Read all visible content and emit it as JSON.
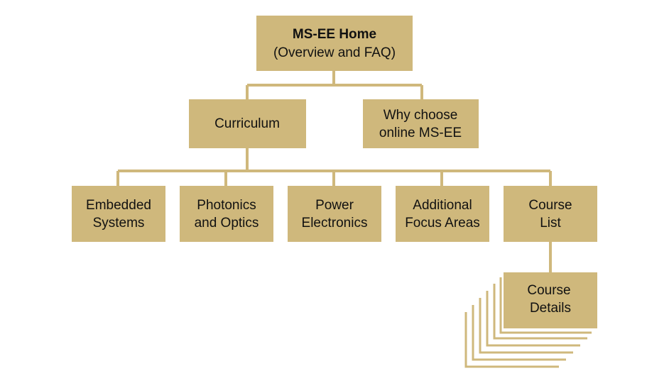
{
  "colors": {
    "box": "#cfb87c",
    "connector": "#cfb87c",
    "text": "#111111",
    "background": "#ffffff"
  },
  "nodes": {
    "home": {
      "line1": "MS-EE Home",
      "line2": "(Overview and FAQ)"
    },
    "curriculum": {
      "line1": "Curriculum"
    },
    "why": {
      "line1": "Why choose",
      "line2": "online MS-EE"
    },
    "embedded": {
      "line1": "Embedded",
      "line2": "Systems"
    },
    "photonics": {
      "line1": "Photonics",
      "line2": "and Optics"
    },
    "power": {
      "line1": "Power",
      "line2": "Electronics"
    },
    "additional": {
      "line1": "Additional",
      "line2": "Focus Areas"
    },
    "course_list": {
      "line1": "Course",
      "line2": "List"
    },
    "course_details": {
      "line1": "Course",
      "line2": "Details"
    }
  }
}
